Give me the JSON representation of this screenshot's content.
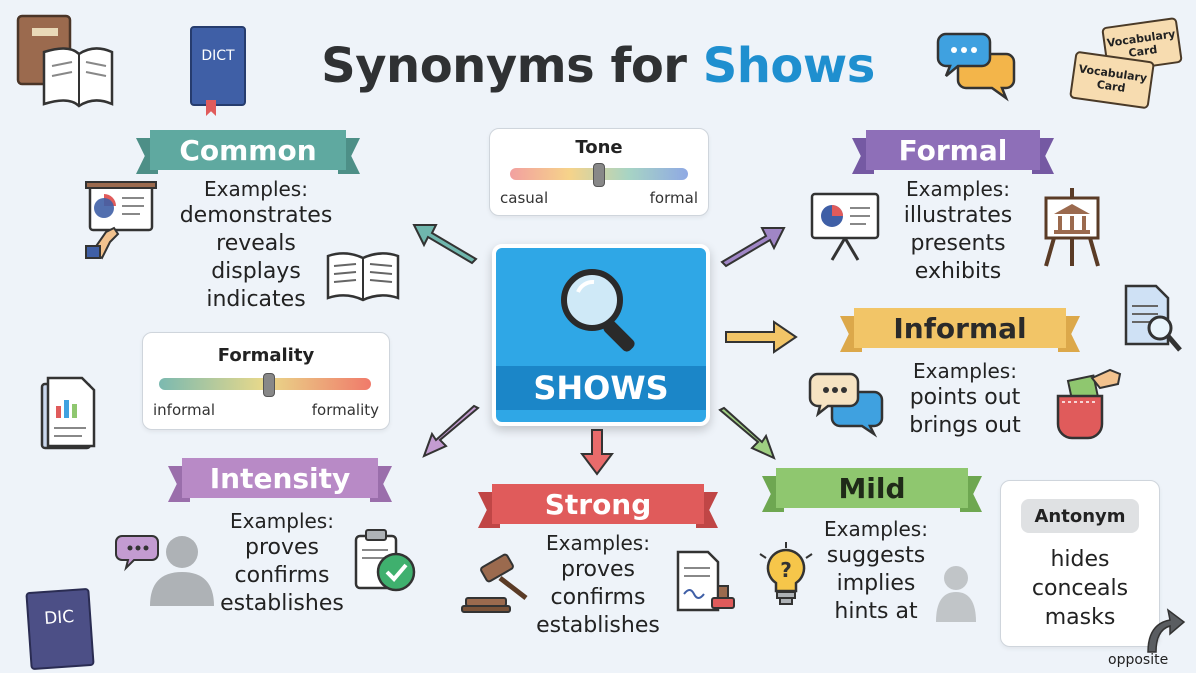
{
  "title": {
    "prefix": "Synonyms for",
    "highlight": "Shows"
  },
  "center": {
    "label": "SHOWS"
  },
  "tone_scale": {
    "title": "Tone",
    "left": "casual",
    "right": "formal"
  },
  "formality_scale": {
    "title": "Formality",
    "left": "informal",
    "right": "formality"
  },
  "categories": {
    "common": {
      "name": "Common",
      "examples_label": "Examples:",
      "examples": [
        "demonstrates",
        "reveals",
        "displays",
        "indicates"
      ]
    },
    "formal": {
      "name": "Formal",
      "examples_label": "Examples:",
      "examples": [
        "illustrates",
        "presents",
        "exhibits"
      ]
    },
    "informal": {
      "name": "Informal",
      "examples_label": "Examples:",
      "examples": [
        "points out",
        "brings out"
      ]
    },
    "intensity": {
      "name": "Intensity",
      "examples_label": "Examples:",
      "examples": [
        "proves",
        "confirms",
        "establishes"
      ]
    },
    "strong": {
      "name": "Strong",
      "examples_label": "Examples:",
      "examples": [
        "proves",
        "confirms",
        "establishes"
      ]
    },
    "mild": {
      "name": "Mild",
      "examples_label": "Examples:",
      "examples": [
        "suggests",
        "implies",
        "hints at"
      ]
    }
  },
  "antonym": {
    "tag": "Antonym",
    "words": [
      "hides",
      "conceals",
      "masks"
    ],
    "note": "opposite"
  },
  "decor": {
    "dict_top": "DICT",
    "dict_bottom": "DIC",
    "vocab_card_1": {
      "line1": "Vocabulary",
      "line2": "Card"
    },
    "vocab_card_2": {
      "line1": "Vocabulary",
      "line2": "Card"
    }
  },
  "colors": {
    "common": "#5fa9a0",
    "formal": "#8e6fb8",
    "informal": "#f2c567",
    "intensity": "#b88ac6",
    "strong": "#e05b5b",
    "mild": "#8fc76f",
    "center": "#2fa7e6"
  }
}
